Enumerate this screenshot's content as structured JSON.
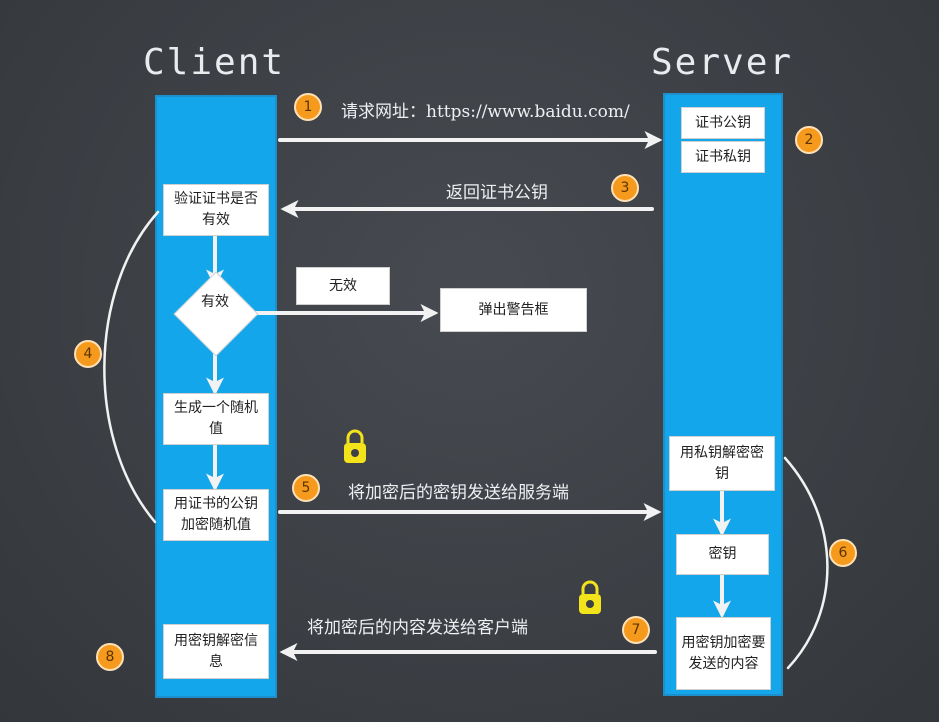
{
  "titles": {
    "client": "Client",
    "server": "Server"
  },
  "colors": {
    "lane": "#13a6ea",
    "badge": "#f59a1c",
    "background": "#3d4146",
    "lock": "#f2e31a"
  },
  "server_boxes": {
    "public_key": "证书公钥",
    "private_key": "证书私钥",
    "decrypt_key": "用私钥解密密钥",
    "key": "密钥",
    "encrypt_content": "用密钥加密要发送的内容"
  },
  "client_boxes": {
    "verify": "验证证书是否有效",
    "decision": "有效",
    "generate": "生成一个随机值",
    "encrypt_key": "用证书的公钥加密随机值",
    "decrypt_info": "用密钥解密信息"
  },
  "side_boxes": {
    "invalid": "无效",
    "warning": "弹出警告框"
  },
  "steps": {
    "s1": "请求网址：https://www.baidu.com/",
    "s3": "返回证书公钥",
    "s5": "将加密后的密钥发送给服务端",
    "s7": "将加密后的内容发送给客户端"
  },
  "badges": [
    "1",
    "2",
    "3",
    "4",
    "5",
    "6",
    "7",
    "8"
  ],
  "icons": {
    "lock": "lock-icon"
  }
}
